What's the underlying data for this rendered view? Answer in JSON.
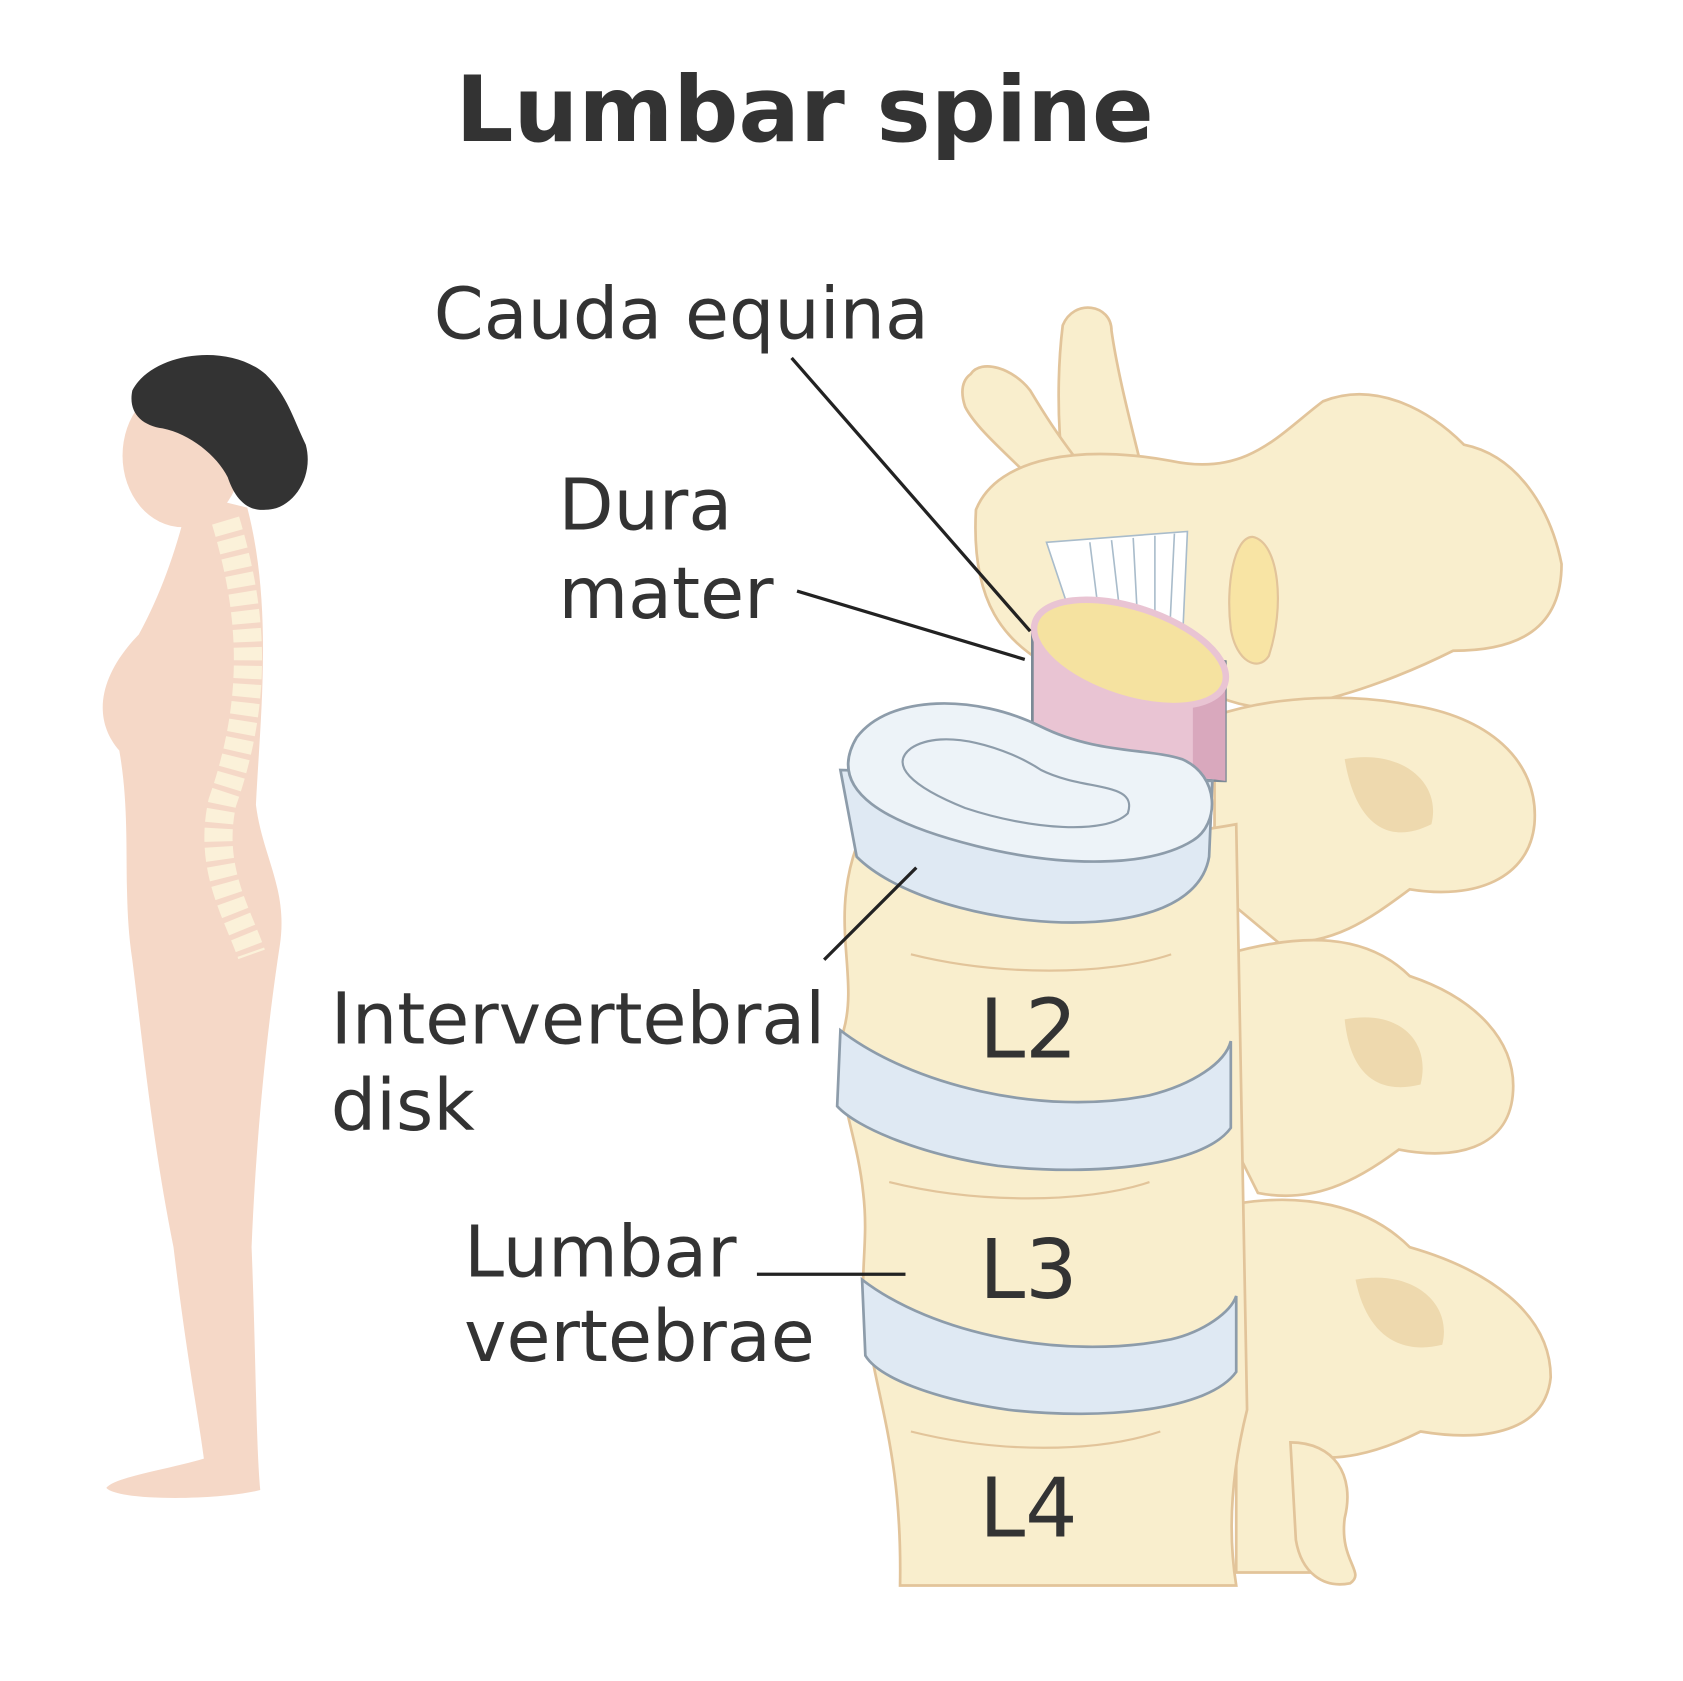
{
  "title": "Lumbar spine",
  "labels": {
    "cauda_equina": "Cauda equina",
    "dura_line1": "Dura",
    "dura_line2": "mater",
    "disk_line1": "Intervertebral",
    "disk_line2": "disk",
    "vertebrae_line1": "Lumbar",
    "vertebrae_line2": "vertebrae"
  },
  "vertebra_labels": [
    "L2",
    "L3",
    "L4"
  ],
  "colors": {
    "bone": "#f9eecd",
    "disk": "#dfe9f3",
    "dura": "#e9c4d3",
    "cauda": "#f5e2a0",
    "skin": "#f5d8c7",
    "hair": "#333333",
    "text": "#333333"
  }
}
